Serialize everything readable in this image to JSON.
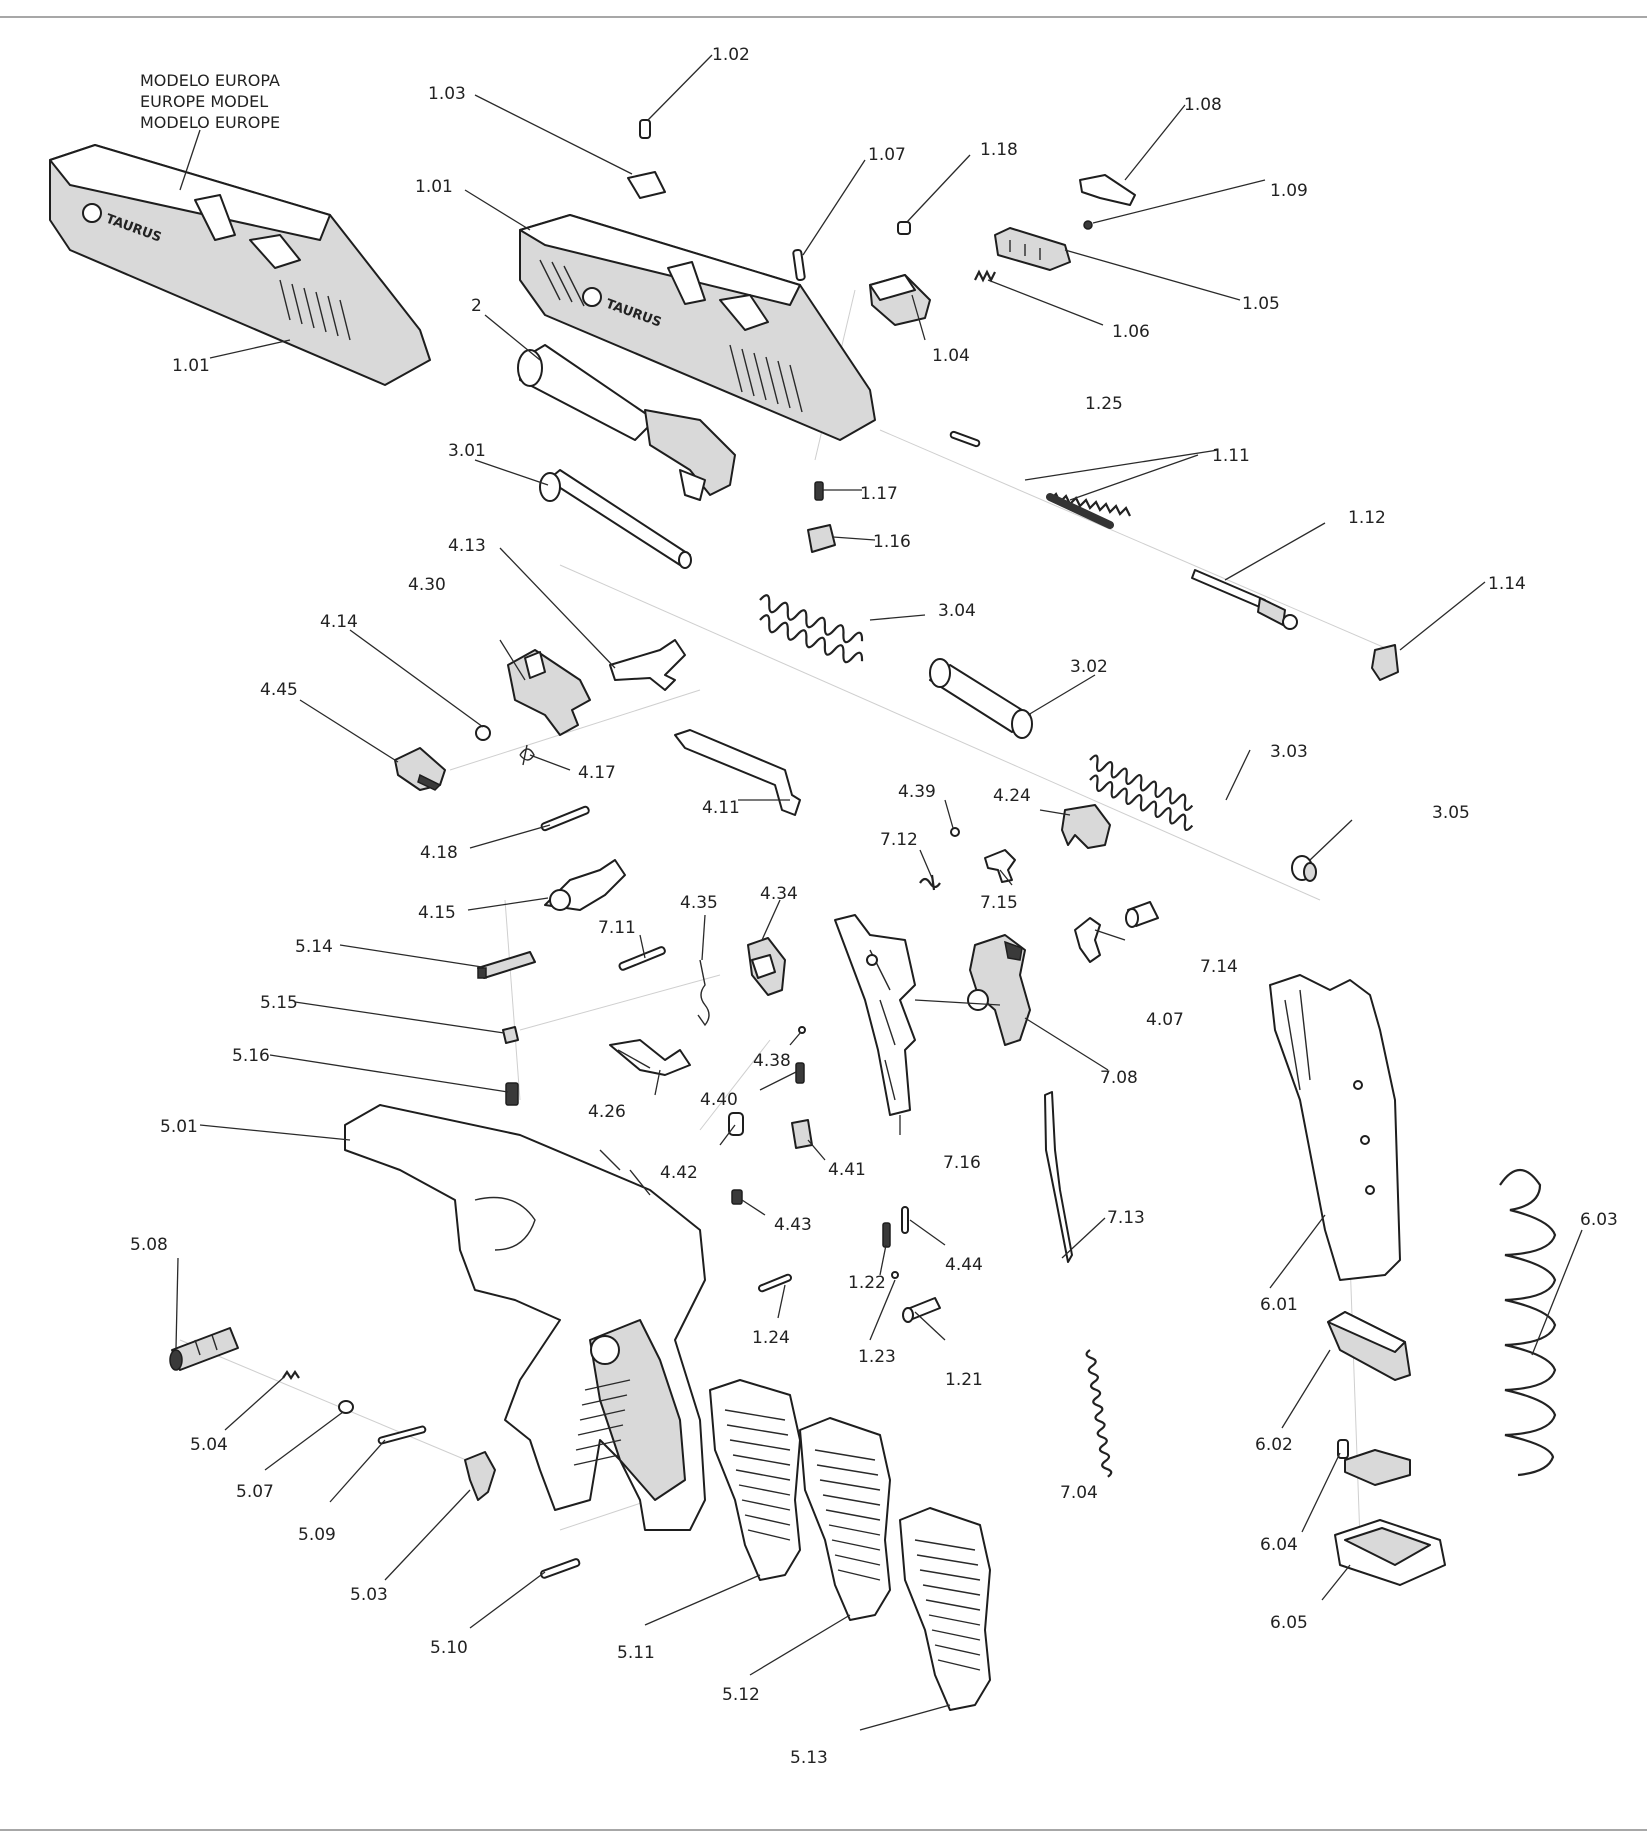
{
  "model_note": [
    "MODELO EUROPA",
    "EUROPE MODEL",
    "MODELO EUROPE"
  ],
  "brand": "TAURUS",
  "labels": {
    "p1_01a": "1.01",
    "p1_01b": "1.01",
    "p1_02": "1.02",
    "p1_03": "1.03",
    "p1_04": "1.04",
    "p1_05": "1.05",
    "p1_06": "1.06",
    "p1_07": "1.07",
    "p1_08": "1.08",
    "p1_09": "1.09",
    "p1_11": "1.11",
    "p1_12": "1.12",
    "p1_14": "1.14",
    "p1_16": "1.16",
    "p1_17": "1.17",
    "p1_18": "1.18",
    "p1_21": "1.21",
    "p1_22": "1.22",
    "p1_23": "1.23",
    "p1_24": "1.24",
    "p1_25": "1.25",
    "p2": "2",
    "p3_01": "3.01",
    "p3_02": "3.02",
    "p3_03": "3.03",
    "p3_04": "3.04",
    "p3_05": "3.05",
    "p4_07": "4.07",
    "p4_11": "4.11",
    "p4_13": "4.13",
    "p4_14": "4.14",
    "p4_15": "4.15",
    "p4_17": "4.17",
    "p4_18": "4.18",
    "p4_24": "4.24",
    "p4_26": "4.26",
    "p4_30": "4.30",
    "p4_34": "4.34",
    "p4_35": "4.35",
    "p4_38": "4.38",
    "p4_39": "4.39",
    "p4_40": "4.40",
    "p4_41": "4.41",
    "p4_42": "4.42",
    "p4_43": "4.43",
    "p4_44": "4.44",
    "p4_45": "4.45",
    "p5_01": "5.01",
    "p5_03": "5.03",
    "p5_04": "5.04",
    "p5_07": "5.07",
    "p5_08": "5.08",
    "p5_09": "5.09",
    "p5_10": "5.10",
    "p5_11": "5.11",
    "p5_12": "5.12",
    "p5_13": "5.13",
    "p5_14": "5.14",
    "p5_15": "5.15",
    "p5_16": "5.16",
    "p6_01": "6.01",
    "p6_02": "6.02",
    "p6_03": "6.03",
    "p6_04": "6.04",
    "p6_05": "6.05",
    "p7_04": "7.04",
    "p7_08": "7.08",
    "p7_11": "7.11",
    "p7_12": "7.12",
    "p7_13": "7.13",
    "p7_14": "7.14",
    "p7_15": "7.15",
    "p7_16": "7.16"
  }
}
